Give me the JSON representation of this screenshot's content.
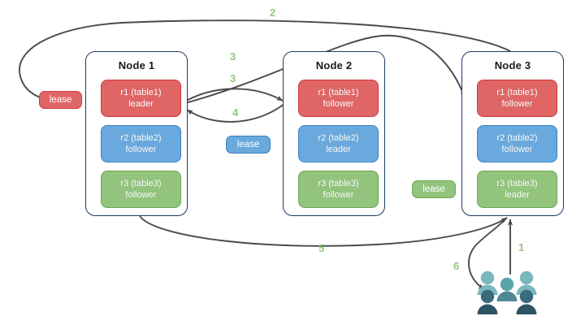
{
  "diagram": {
    "title": "Distributed database lease / raft replication diagram",
    "colors": {
      "replica_red": "#e06666",
      "replica_blue": "#6aa9dd",
      "replica_green": "#93c47d",
      "node_border": "#1f3864",
      "arrow": "#4a4a4a",
      "label_green": "#93c47d",
      "users_light": "#7ab8bd",
      "users_dark": "#2e5464"
    },
    "nodes": [
      {
        "name": "node-1",
        "title": "Node 1",
        "replicas": [
          {
            "name": "r1",
            "line1": "r1 (table1)",
            "line2": "leader",
            "color": "red"
          },
          {
            "name": "r2",
            "line1": "r2 (table2)",
            "line2": "follower",
            "color": "blue"
          },
          {
            "name": "r3",
            "line1": "r3 (table3)",
            "line2": "follower",
            "color": "green"
          }
        ]
      },
      {
        "name": "node-2",
        "title": "Node 2",
        "replicas": [
          {
            "name": "r1",
            "line1": "r1 (table1)",
            "line2": "follower",
            "color": "red"
          },
          {
            "name": "r2",
            "line1": "r2 (table2)",
            "line2": "leader",
            "color": "blue"
          },
          {
            "name": "r3",
            "line1": "r3 (table3)",
            "line2": "follower",
            "color": "green"
          }
        ]
      },
      {
        "name": "node-3",
        "title": "Node 3",
        "replicas": [
          {
            "name": "r1",
            "line1": "r1 (table1)",
            "line2": "follower",
            "color": "red"
          },
          {
            "name": "r2",
            "line1": "r2 (table2)",
            "line2": "follower",
            "color": "blue"
          },
          {
            "name": "r3",
            "line1": "r3 (table3)",
            "line2": "leader",
            "color": "green"
          }
        ]
      }
    ],
    "leases": [
      {
        "name": "lease-table1",
        "label": "lease",
        "color": "red"
      },
      {
        "name": "lease-table2",
        "label": "lease",
        "color": "blue"
      },
      {
        "name": "lease-table3",
        "label": "lease",
        "color": "green"
      }
    ],
    "step_labels": [
      {
        "id": "step-1",
        "text": "1"
      },
      {
        "id": "step-2",
        "text": "2"
      },
      {
        "id": "step-3a",
        "text": "3"
      },
      {
        "id": "step-3b",
        "text": "3"
      },
      {
        "id": "step-4",
        "text": "4"
      },
      {
        "id": "step-5",
        "text": "5"
      },
      {
        "id": "step-6",
        "text": "6"
      }
    ],
    "actor": {
      "name": "users",
      "icon": "users-icon"
    }
  }
}
